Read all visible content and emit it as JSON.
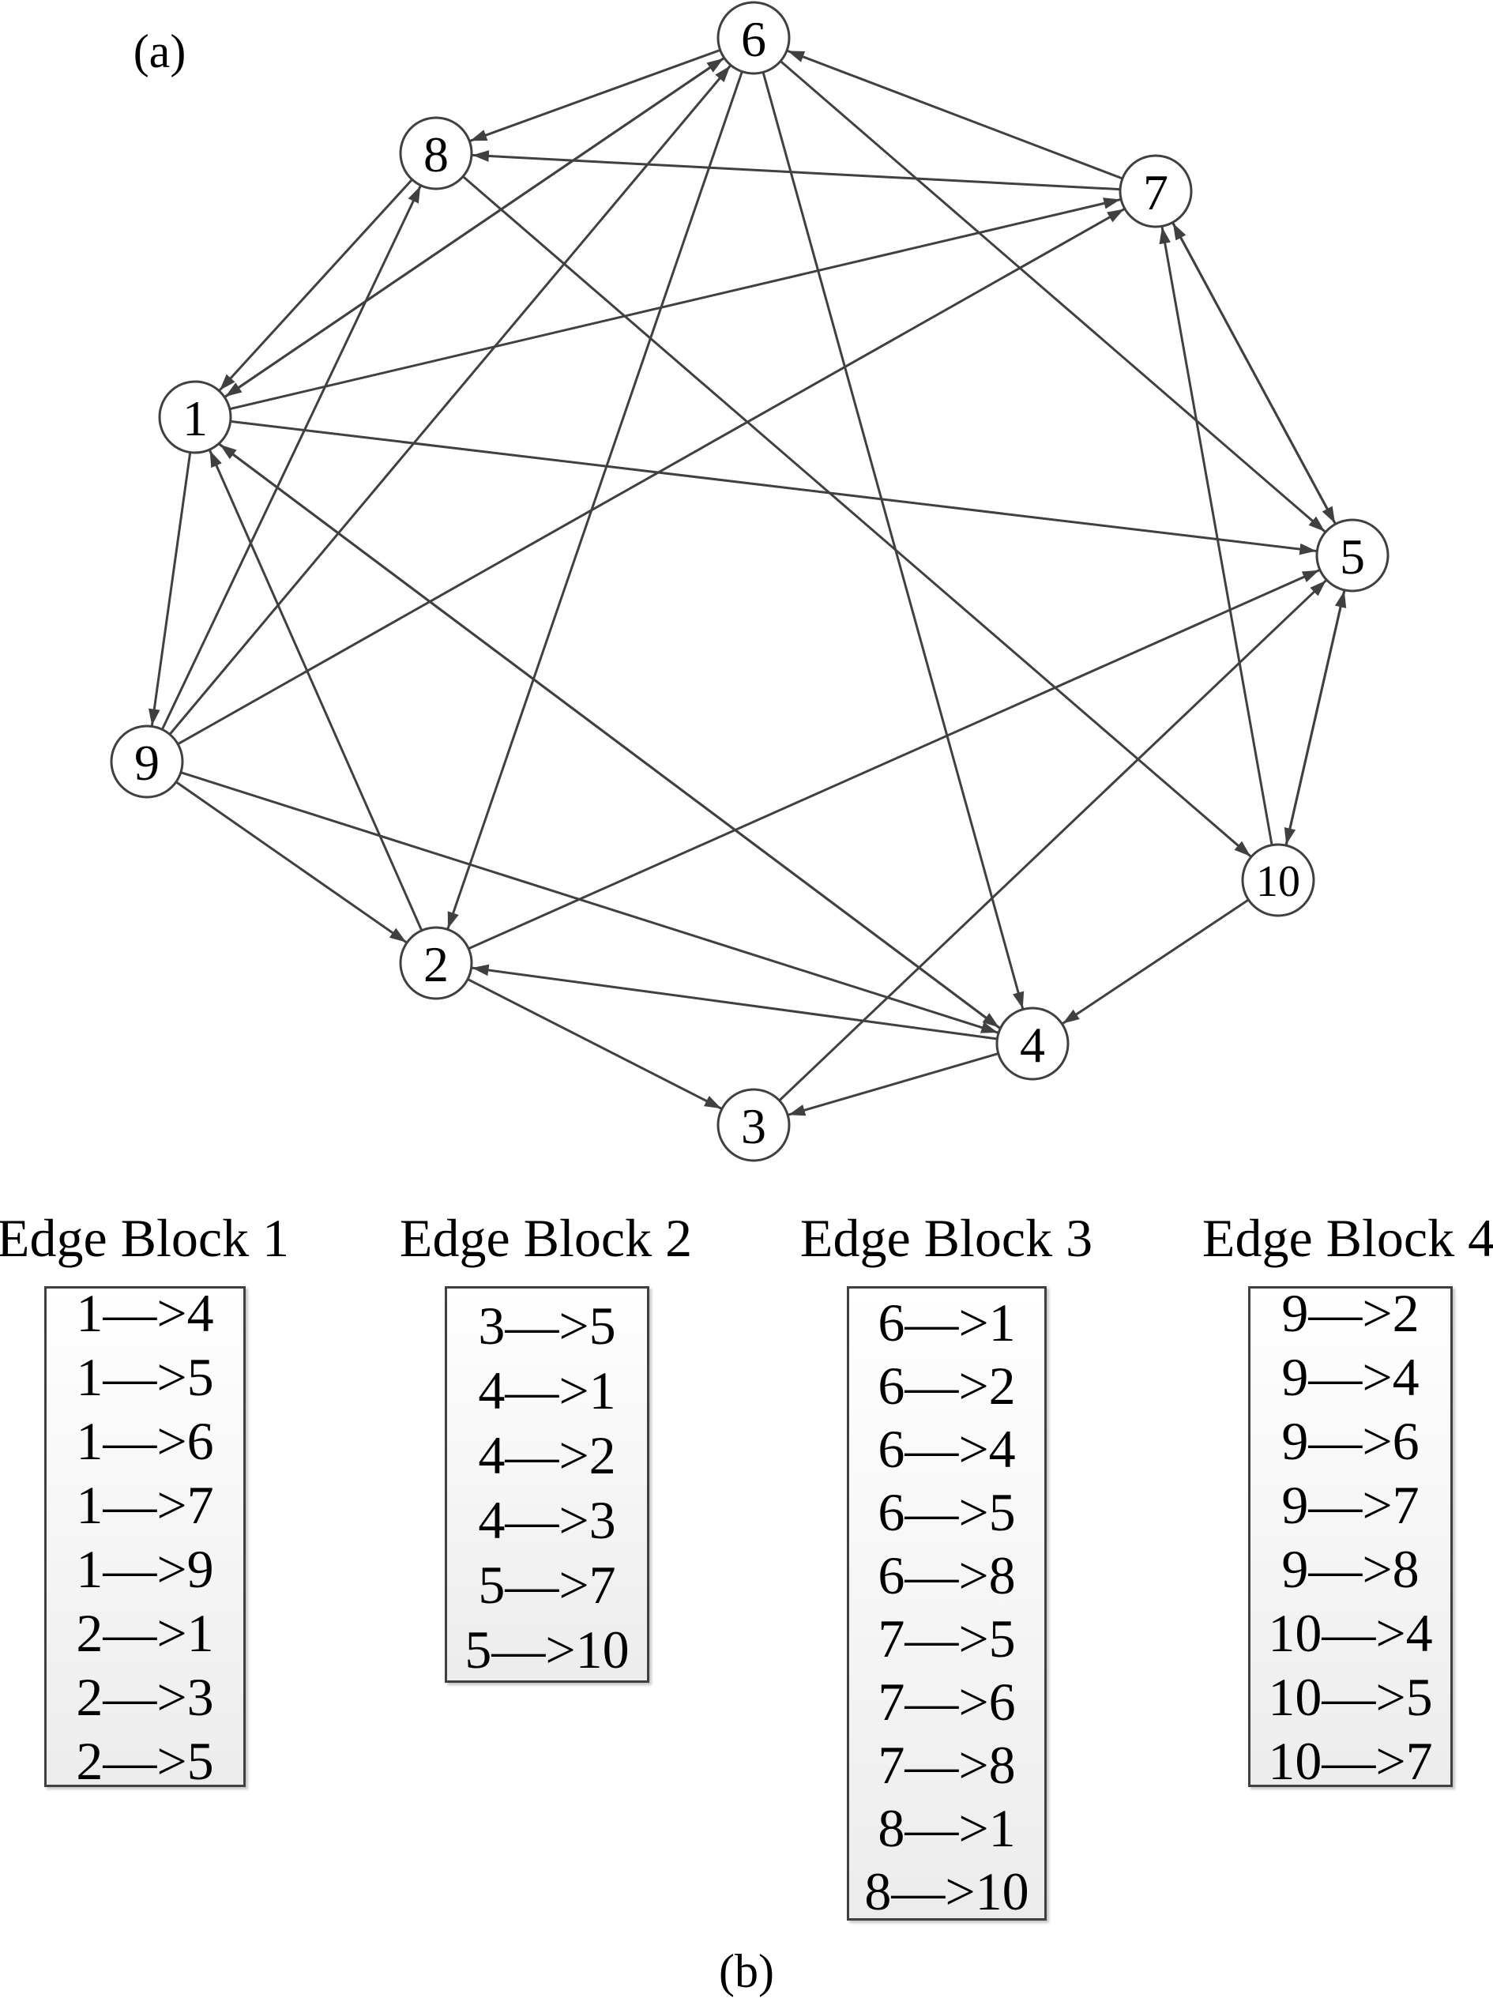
{
  "panel_a_label": "(a)",
  "panel_b_label": "(b)",
  "nodes": [
    "1",
    "2",
    "3",
    "4",
    "5",
    "6",
    "7",
    "8",
    "9",
    "10"
  ],
  "edges": [
    [
      "1",
      "4"
    ],
    [
      "1",
      "5"
    ],
    [
      "1",
      "6"
    ],
    [
      "1",
      "7"
    ],
    [
      "1",
      "9"
    ],
    [
      "2",
      "1"
    ],
    [
      "2",
      "3"
    ],
    [
      "2",
      "5"
    ],
    [
      "3",
      "5"
    ],
    [
      "4",
      "1"
    ],
    [
      "4",
      "2"
    ],
    [
      "4",
      "3"
    ],
    [
      "5",
      "7"
    ],
    [
      "5",
      "10"
    ],
    [
      "6",
      "1"
    ],
    [
      "6",
      "2"
    ],
    [
      "6",
      "4"
    ],
    [
      "6",
      "5"
    ],
    [
      "6",
      "8"
    ],
    [
      "7",
      "5"
    ],
    [
      "7",
      "6"
    ],
    [
      "7",
      "8"
    ],
    [
      "8",
      "1"
    ],
    [
      "8",
      "10"
    ],
    [
      "9",
      "2"
    ],
    [
      "9",
      "4"
    ],
    [
      "9",
      "6"
    ],
    [
      "9",
      "7"
    ],
    [
      "9",
      "8"
    ],
    [
      "10",
      "4"
    ],
    [
      "10",
      "5"
    ],
    [
      "10",
      "7"
    ]
  ],
  "colors": {
    "edge": "#404040",
    "box_border": "#404040"
  },
  "blocks": [
    {
      "title": "Edge Block 1",
      "rows": [
        "1—>4",
        "1—>5",
        "1—>6",
        "1—>7",
        "1—>9",
        "2—>1",
        "2—>3",
        "2—>5"
      ]
    },
    {
      "title": "Edge Block 2",
      "rows": [
        "3—>5",
        "4—>1",
        "4—>2",
        "4—>3",
        "5—>7",
        "5—>10"
      ]
    },
    {
      "title": "Edge Block 3",
      "rows": [
        "6—>1",
        "6—>2",
        "6—>4",
        "6—>5",
        "6—>8",
        "7—>5",
        "7—>6",
        "7—>8",
        "8—>1",
        "8—>10"
      ]
    },
    {
      "title": "Edge Block 4",
      "rows": [
        "9—>2",
        "9—>4",
        "9—>6",
        "9—>7",
        "9—>8",
        "10—>4",
        "10—>5",
        "10—>7"
      ]
    }
  ]
}
